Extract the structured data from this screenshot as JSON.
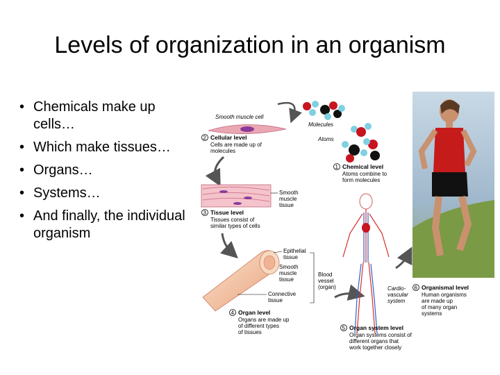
{
  "title": "Levels of organization in an organism",
  "bullets": [
    "Chemicals make up cells…",
    "Which make tissues…",
    "Organs…",
    "Systems…",
    "And finally, the individual organism"
  ],
  "figure": {
    "smooth_muscle_cell": "Smooth muscle cell",
    "molecules": "Molecules",
    "atoms": "Atoms",
    "cellular_level": {
      "num": "2",
      "title": "Cellular level",
      "desc1": "Cells are made up of",
      "desc2": "molecules"
    },
    "chemical_level": {
      "num": "1",
      "title": "Chemical level",
      "desc1": "Atoms combine to",
      "desc2": "form molecules"
    },
    "tissue_label": {
      "line1": "Smooth",
      "line2": "muscle",
      "line3": "tissue"
    },
    "tissue_level": {
      "num": "3",
      "title": "Tissue level",
      "desc1": "Tissues consist of",
      "desc2": "similar types of cells"
    },
    "epithelial": {
      "line1": "Epithelial",
      "line2": "tissue"
    },
    "organ_smooth": {
      "line1": "Smooth",
      "line2": "muscle",
      "line3": "tissue"
    },
    "connective": {
      "line1": "Connective",
      "line2": "tissue"
    },
    "blood_vessel": {
      "line1": "Blood",
      "line2": "vessel",
      "line3": "(organ)"
    },
    "organ_level": {
      "num": "4",
      "title": "Organ level",
      "desc1": "Organs are made up",
      "desc2": "of different types",
      "desc3": "of tissues"
    },
    "cardio": {
      "line1": "Cardio-",
      "line2": "vascular",
      "line3": "system"
    },
    "organismal_level": {
      "num": "6",
      "title": "Organismal level",
      "desc1": "Human organisms",
      "desc2": "are made up",
      "desc3": "of many organ",
      "desc4": "systems"
    },
    "organ_system_level": {
      "num": "5",
      "title": "Organ system level",
      "desc1": "Organ systems consist of",
      "desc2": "different organs that",
      "desc3": "work together closely"
    },
    "colors": {
      "muscle": "#e58a9a",
      "vessel": "#f2c6a4",
      "atom_red": "#c8141e",
      "atom_blue": "#7fd0e0",
      "atom_black": "#111111",
      "arrow": "#555555"
    }
  }
}
